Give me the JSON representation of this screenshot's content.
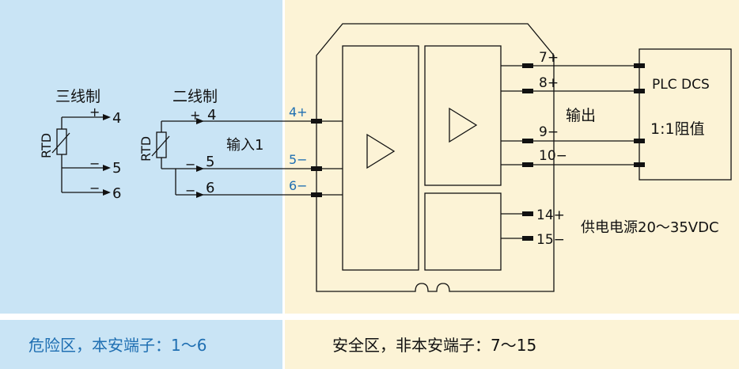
{
  "zones": {
    "hazard_caption": "危险区，本安端子：1～6",
    "safe_caption": "安全区，非本安端子：7～15"
  },
  "sensors": {
    "three_wire": {
      "title": "三线制",
      "device": "RTD",
      "plus": "+",
      "t4": "4",
      "minus1": "−",
      "t5": "5",
      "minus2": "−",
      "t6": "6"
    },
    "two_wire": {
      "title": "二线制",
      "device": "RTD",
      "plus": "+",
      "t4": "4",
      "minus1": "−",
      "t5": "5",
      "minus2": "−",
      "t6": "6"
    }
  },
  "input": {
    "label": "输入1",
    "pins": [
      "4+",
      "5−",
      "6−"
    ]
  },
  "output": {
    "label": "输出",
    "pins": [
      "7+",
      "8+",
      "9−",
      "10−"
    ]
  },
  "load": {
    "line1": "PLC DCS",
    "line2": "1:1阻值"
  },
  "power": {
    "pins": [
      "14+",
      "15−"
    ],
    "label": "供电电源20～35VDC"
  },
  "colors": {
    "hazard_bg": "#c9e4f5",
    "safe_bg": "#fcf3d6",
    "pin_label_blue": "#1f6fb2",
    "line": "#111111"
  }
}
